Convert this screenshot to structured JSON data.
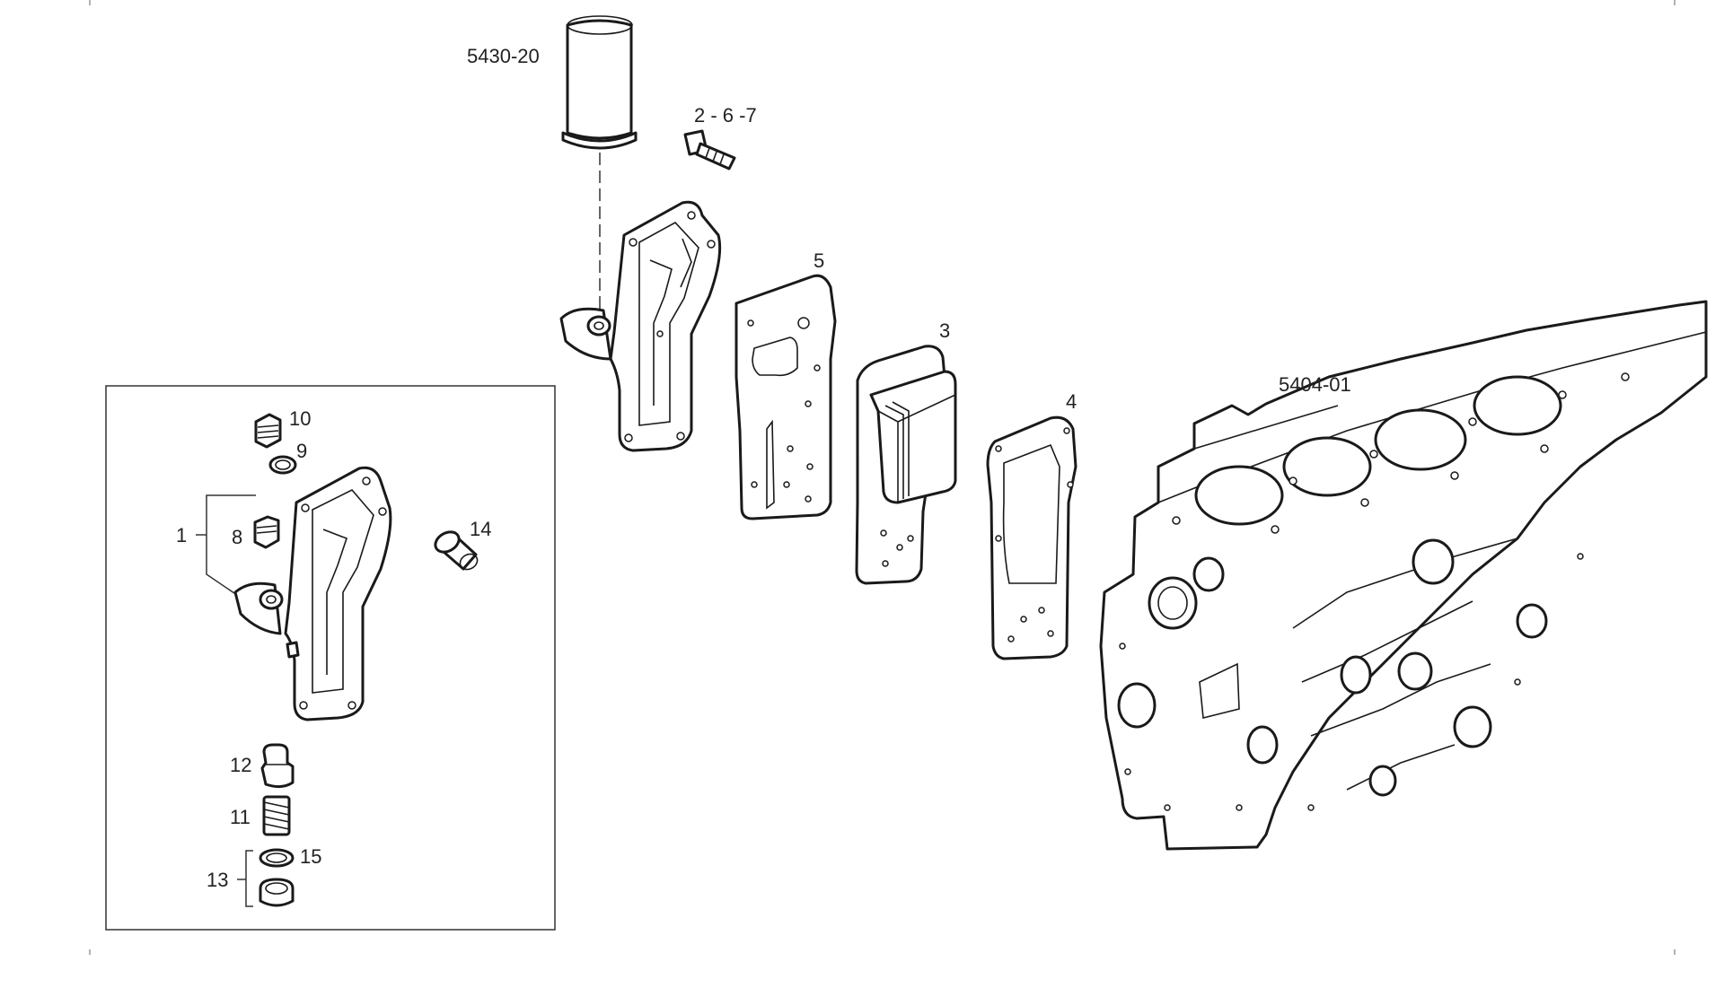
{
  "diagram": {
    "labels": {
      "filter_cartridge": "5430-20",
      "screws": "2 - 6 -7",
      "gasket_outer": "5",
      "heat_exchanger": "3",
      "gasket_inner": "4",
      "engine_block": "5404-01",
      "support_assembly": "1",
      "plug_top": "10",
      "seal_ring_top": "9",
      "plug_side": "8",
      "bushing": "14",
      "valve": "12",
      "spring": "11",
      "plug_bottom_group": "13",
      "seal_ring_bottom": "15"
    }
  }
}
